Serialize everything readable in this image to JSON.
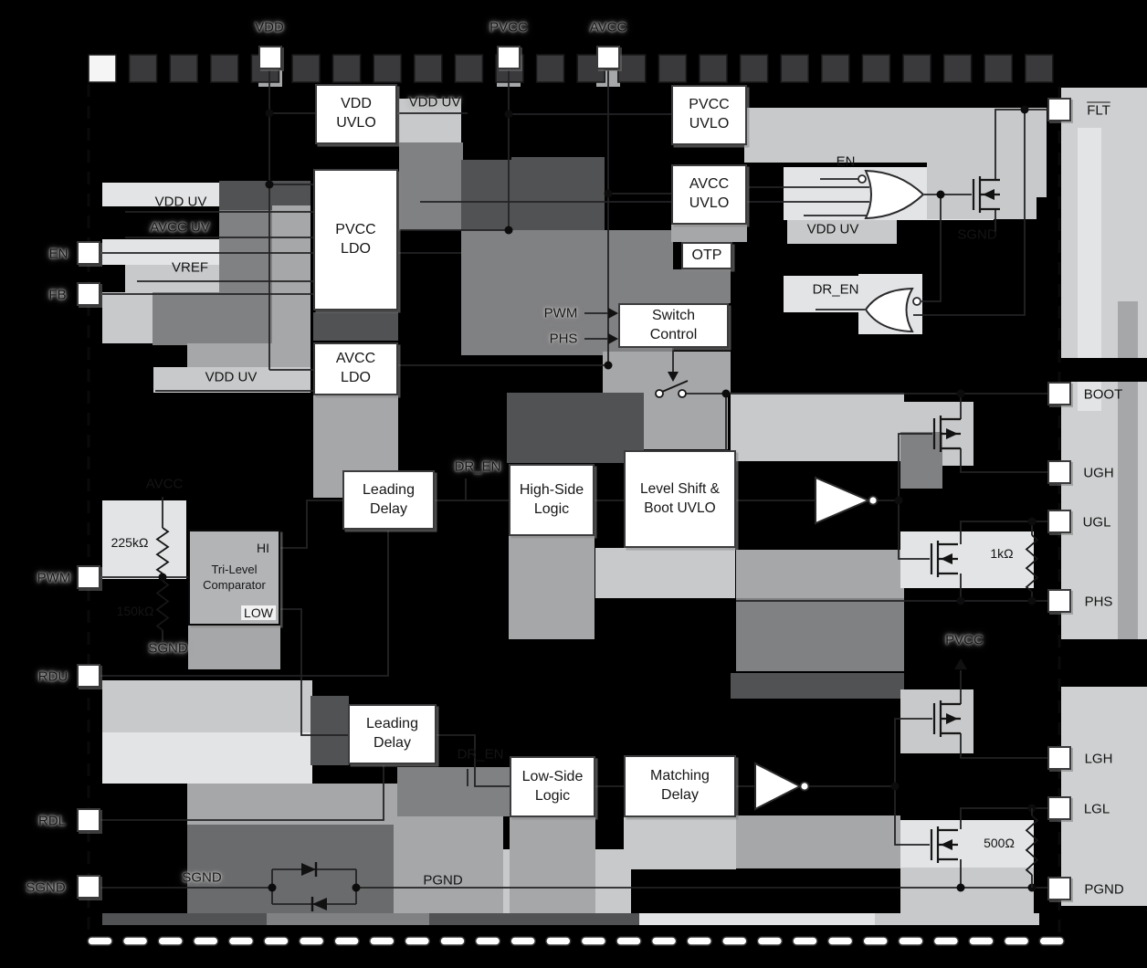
{
  "pins": [
    {
      "id": "vdd",
      "label": "VDD",
      "side": "top"
    },
    {
      "id": "pvcc",
      "label": "PVCC",
      "side": "top"
    },
    {
      "id": "avcc",
      "label": "AVCC",
      "side": "top"
    },
    {
      "id": "en",
      "label": "EN",
      "side": "left"
    },
    {
      "id": "fb",
      "label": "FB",
      "side": "left"
    },
    {
      "id": "pwm",
      "label": "PWM",
      "side": "left"
    },
    {
      "id": "rdu",
      "label": "RDU",
      "side": "left"
    },
    {
      "id": "rdl",
      "label": "RDL",
      "side": "left"
    },
    {
      "id": "sgnd",
      "label": "SGND",
      "side": "left"
    },
    {
      "id": "flt",
      "label": "FLT",
      "side": "right"
    },
    {
      "id": "boot",
      "label": "BOOT",
      "side": "right"
    },
    {
      "id": "ugh",
      "label": "UGH",
      "side": "right"
    },
    {
      "id": "ugl",
      "label": "UGL",
      "side": "right"
    },
    {
      "id": "phs",
      "label": "PHS",
      "side": "right"
    },
    {
      "id": "lgh",
      "label": "LGH",
      "side": "right"
    },
    {
      "id": "lgl",
      "label": "LGL",
      "side": "right"
    },
    {
      "id": "pgnd",
      "label": "PGND",
      "side": "right"
    }
  ],
  "blocks": [
    {
      "id": "vdd_uvlo",
      "lines": [
        "VDD",
        "UVLO"
      ]
    },
    {
      "id": "pvcc_uvlo",
      "lines": [
        "PVCC",
        "UVLO"
      ]
    },
    {
      "id": "avcc_uvlo",
      "lines": [
        "AVCC",
        "UVLO"
      ]
    },
    {
      "id": "otp",
      "lines": [
        "OTP"
      ]
    },
    {
      "id": "pvcc_ldo",
      "lines": [
        "PVCC",
        "LDO"
      ]
    },
    {
      "id": "avcc_ldo",
      "lines": [
        "AVCC",
        "LDO"
      ]
    },
    {
      "id": "switch_control",
      "lines": [
        "Switch",
        "Control"
      ]
    },
    {
      "id": "leading_delay_hs",
      "lines": [
        "Leading",
        "Delay"
      ]
    },
    {
      "id": "high_side_logic",
      "lines": [
        "High-Side",
        "Logic"
      ]
    },
    {
      "id": "level_shift",
      "lines": [
        "Level Shift &",
        "Boot UVLO"
      ]
    },
    {
      "id": "leading_delay_ls",
      "lines": [
        "Leading",
        "Delay"
      ]
    },
    {
      "id": "low_side_logic",
      "lines": [
        "Low-Side",
        "Logic"
      ]
    },
    {
      "id": "matching_delay",
      "lines": [
        "Matching",
        "Delay"
      ]
    },
    {
      "id": "tri_level",
      "lines": [
        "Tri-Level",
        "Comparator"
      ]
    }
  ],
  "net_labels": [
    {
      "id": "vdd_uv_out",
      "text": "VDD UV"
    },
    {
      "id": "vdd_uv_left",
      "text": "VDD UV"
    },
    {
      "id": "avcc_uv_left",
      "text": "AVCC UV"
    },
    {
      "id": "vref",
      "text": "VREF"
    },
    {
      "id": "vdd_uv_avcc",
      "text": "VDD UV"
    },
    {
      "id": "pwm_in",
      "text": "PWM"
    },
    {
      "id": "phs_in",
      "text": "PHS"
    },
    {
      "id": "en_or",
      "text": "EN"
    },
    {
      "id": "vdd_uv_or",
      "text": "VDD UV"
    },
    {
      "id": "sgnd_flt",
      "text": "SGND"
    },
    {
      "id": "dr_en_nor",
      "text": "DR_EN"
    },
    {
      "id": "dr_en_hs",
      "text": "DR_EN"
    },
    {
      "id": "dr_en_ls",
      "text": "DR_EN"
    },
    {
      "id": "avcc_div",
      "text": "AVCC"
    },
    {
      "id": "r_225k",
      "text": "225kΩ"
    },
    {
      "id": "r_150k",
      "text": "150kΩ"
    },
    {
      "id": "sgnd_div",
      "text": "SGND"
    },
    {
      "id": "hi",
      "text": "HI"
    },
    {
      "id": "low",
      "text": "LOW"
    },
    {
      "id": "r_1k",
      "text": "1kΩ"
    },
    {
      "id": "pvcc_drv",
      "text": "PVCC"
    },
    {
      "id": "r_500",
      "text": "500Ω"
    },
    {
      "id": "sgnd_kelvin",
      "text": "SGND"
    },
    {
      "id": "pgnd_net",
      "text": "PGND"
    }
  ],
  "colors": {
    "background": "#000000",
    "block_fill": "#ffffff",
    "comparator_fill": "#b2b4b6",
    "wire": "#232325",
    "boundary_square": "#3a3a3c"
  }
}
